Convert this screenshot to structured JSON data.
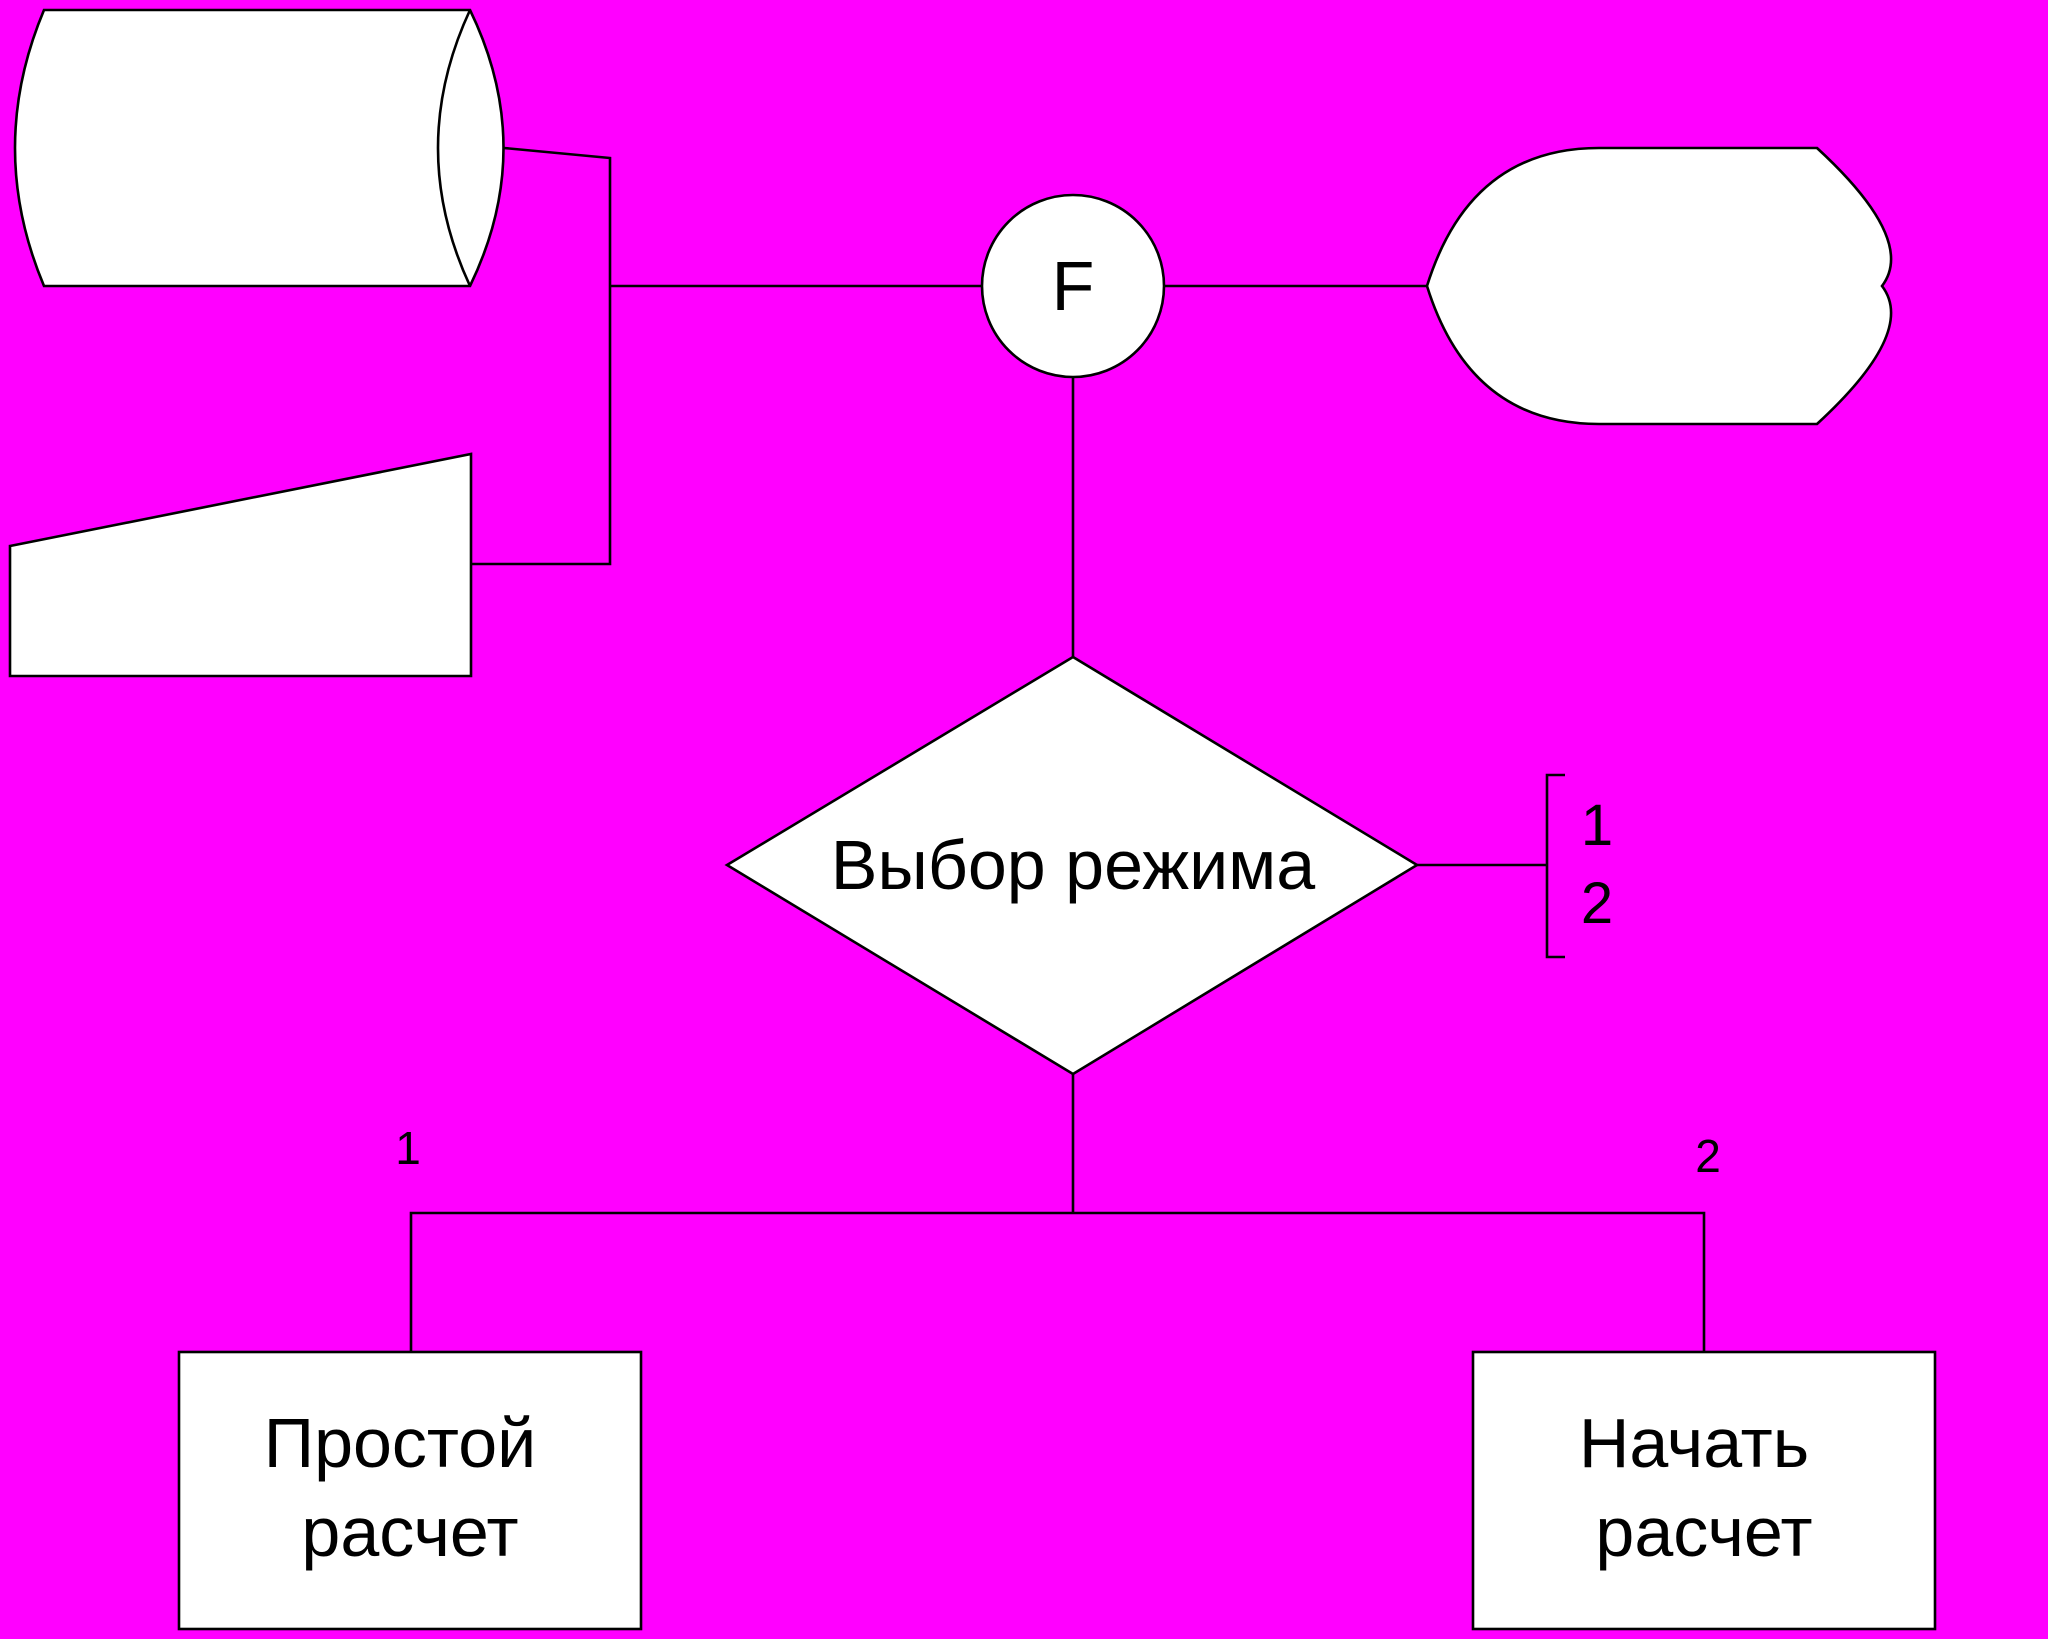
{
  "colors": {
    "background": "#ff00ff",
    "shape_fill": "#ffffff",
    "stroke": "#000000"
  },
  "diagram": {
    "connector_label": "F",
    "decision_label": "Выбор режима",
    "bracket_options": [
      "1",
      "2"
    ],
    "branch_labels": {
      "left": "1",
      "right": "2"
    },
    "boxes": {
      "left": {
        "line1": "Простой",
        "line2": "расчет"
      },
      "right": {
        "line1": "Начать",
        "line2": "расчет"
      }
    }
  }
}
